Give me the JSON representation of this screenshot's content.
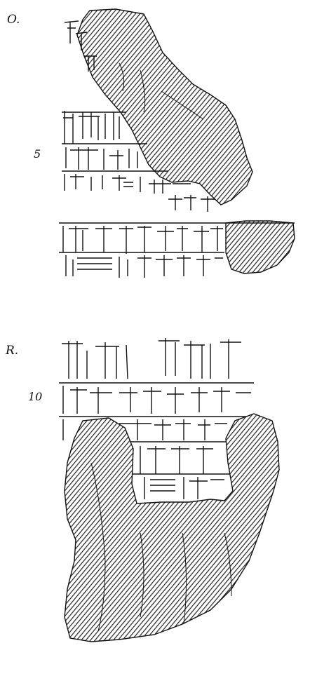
{
  "obverse_label": "O.",
  "reverse_label": "R.",
  "line_numbers": [
    "5",
    "10"
  ]
}
